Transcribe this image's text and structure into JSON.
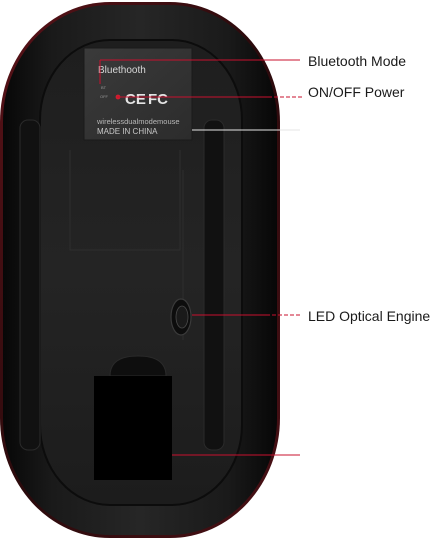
{
  "callouts": {
    "bluetooth_mode": "Bluetooth Mode",
    "on_off_power": "ON/OFF Power",
    "led_optical_engine": "LED Optical Engine"
  },
  "label": {
    "brand_text": "Bluethooth",
    "switch_bt": "BT",
    "switch_off": "OFF",
    "model_text": "wirelessdualmodemouse",
    "origin_text": "MADE IN CHINA",
    "ce_mark": "CE",
    "fc_mark": "FC"
  },
  "colors": {
    "leader_line": "#c8102e",
    "mouse_body": "#151515",
    "callout_text": "#1a1a1a"
  }
}
